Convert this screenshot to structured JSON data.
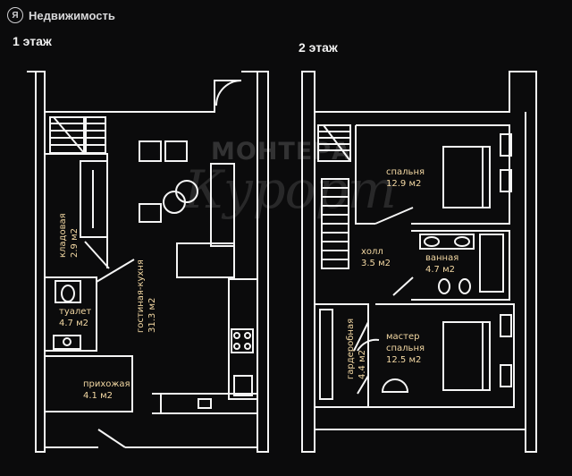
{
  "brand": {
    "name": "Недвижимость",
    "icon": "yandex-mark-icon"
  },
  "watermark": {
    "line1": "МОНТЕРА",
    "line2": "Курорт"
  },
  "floors": [
    {
      "title": "1 этаж",
      "rooms": [
        {
          "name": "кладовая",
          "area": "2.9 м2"
        },
        {
          "name": "туалет",
          "area": "4.7 м2"
        },
        {
          "name": "гостиная-кухня",
          "area": "31.3 м2"
        },
        {
          "name": "прихожая",
          "area": "4.1 м2"
        }
      ]
    },
    {
      "title": "2 этаж",
      "rooms": [
        {
          "name": "спальня",
          "area": "12.9 м2"
        },
        {
          "name": "холл",
          "area": "3.5 м2"
        },
        {
          "name": "ванная",
          "area": "4.7 м2"
        },
        {
          "name": "мастер",
          "name2": "спальня",
          "area": "12.5 м2"
        },
        {
          "name": "гардеробная",
          "area": "4.4 м2"
        }
      ]
    }
  ],
  "colors": {
    "background": "#0b0b0c",
    "walls": "#f5f5f5",
    "labels": "#f3d8a3"
  }
}
